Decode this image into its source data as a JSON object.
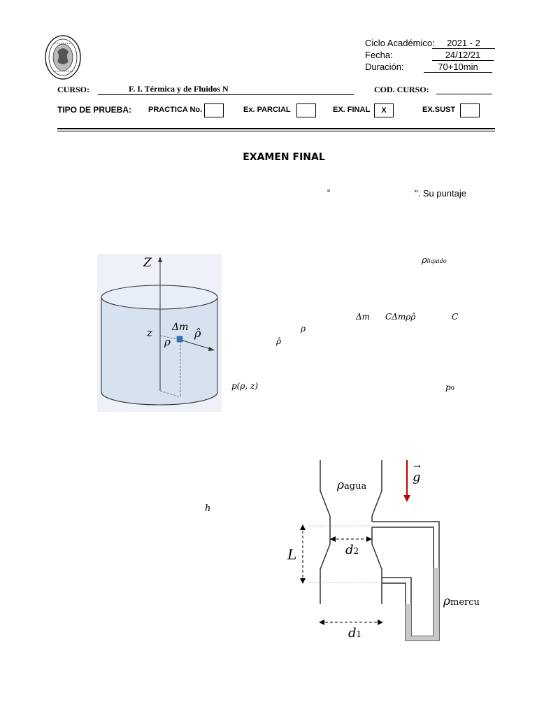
{
  "header": {
    "seal_text": "UNIVERSIDAD NACIONAL DE INGENIERÍA 1876",
    "ciclo_label": "Ciclo Académico:",
    "ciclo_value": "2021 - 2",
    "fecha_label": "Fecha:",
    "fecha_value": "24/12/21",
    "duracion_label": "Duración:",
    "duracion_value": "70+10min"
  },
  "course": {
    "curso_label": "CURSO:",
    "curso_value": "F. I. Térmica y de Fluidos N",
    "cod_label": "COD. CURSO:",
    "cod_value": ""
  },
  "test_type": {
    "label": "TIPO DE PRUEBA:",
    "options": [
      {
        "label": "PRACTICA No.",
        "mark": ""
      },
      {
        "label": "Ex. PARCIAL",
        "mark": ""
      },
      {
        "label": "EX. FINAL",
        "mark": "X"
      },
      {
        "label": "EX.SUST",
        "mark": ""
      }
    ]
  },
  "title": "EXAMEN FINAL",
  "intro": {
    "quote_open": "“",
    "quote_close": "\". Su puntaje"
  },
  "problem1": {
    "rho_liquido": "ρ",
    "rho_liquido_sub": "liquido",
    "delta_m": "Δm",
    "c_expr": "CΔmρρ̂",
    "c": "C",
    "rho": "ρ",
    "rho_hat": "ρ̂",
    "p_expr": "p(ρ, z)",
    "p0": "p",
    "p0_sub": "0",
    "fig": {
      "axis_Z": "Z",
      "z": "z",
      "delta_m": "Δm",
      "rho": "ρ",
      "rho_hat": "ρ̂"
    }
  },
  "problem2": {
    "h": "h",
    "fig": {
      "rho_agua": "ρ",
      "rho_agua_sub": "agua",
      "g": "g",
      "L": "L",
      "d2": "d",
      "d2_sub": "2",
      "d1": "d",
      "d1_sub": "1",
      "rho_mercu": "ρ",
      "rho_mercu_sub": "mercu"
    }
  },
  "colors": {
    "liquid": "#d6e2f0",
    "liquid_top": "#e8eef7",
    "mercury": "#c8c8c8",
    "g_arrow": "#c00000",
    "mass_cube": "#2e75b6",
    "dotted_level": "#8fa8d8"
  }
}
